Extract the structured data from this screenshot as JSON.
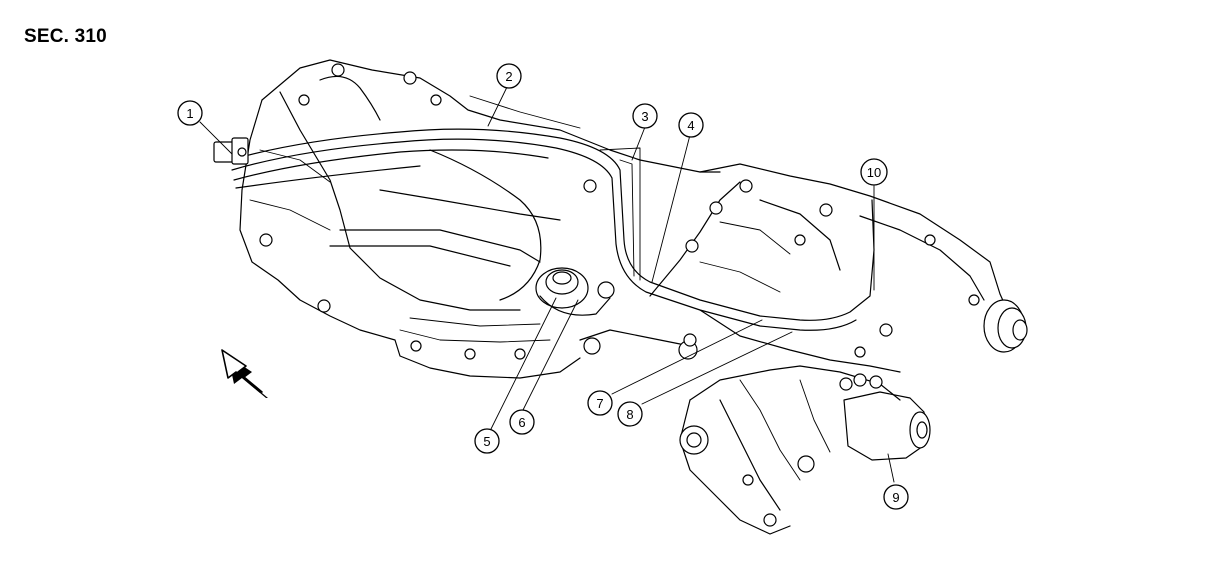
{
  "section_label": "SEC. 310",
  "callouts": [
    "1",
    "2",
    "3",
    "4",
    "5",
    "6",
    "7",
    "8",
    "9",
    "10"
  ],
  "colors": {
    "line": "#000000",
    "background": "#ffffff"
  },
  "icons": [
    "front-direction-arrow-icon"
  ]
}
